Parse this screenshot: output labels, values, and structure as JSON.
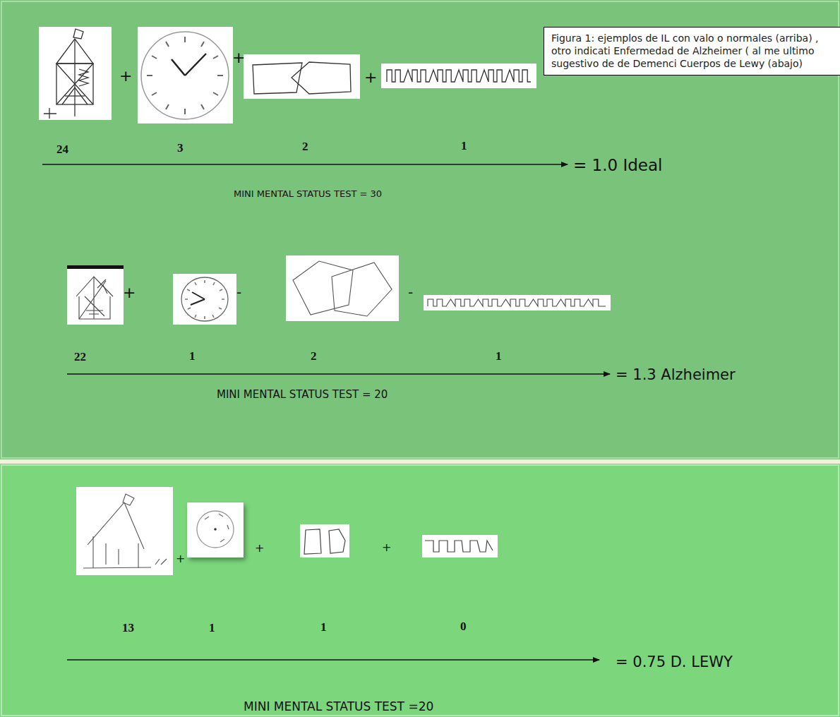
{
  "diagram": {
    "caption": "Figura 1: ejemplos de IL con valo o normales (arriba) , otro indicati Enfermedad de Alzheimer ( al me ultimo sugestivo de de Demenci Cuerpos de Lewy (abajo)",
    "labels": [
      "+",
      "+",
      "+",
      "24",
      "3",
      "2",
      "1",
      "= 1.0 Ideal",
      "MINI MENTAL STATUS TEST = 30",
      "+",
      "-",
      "-",
      "22",
      "1",
      "2",
      "1",
      "= 1.3 Alzheimer",
      "MINI MENTAL STATUS TEST = 20",
      "+",
      "+",
      "+",
      "13",
      "1",
      "1",
      "0",
      "= 0.75 D. LEWY",
      "MINI MENTAL STATUS TEST =20"
    ]
  }
}
